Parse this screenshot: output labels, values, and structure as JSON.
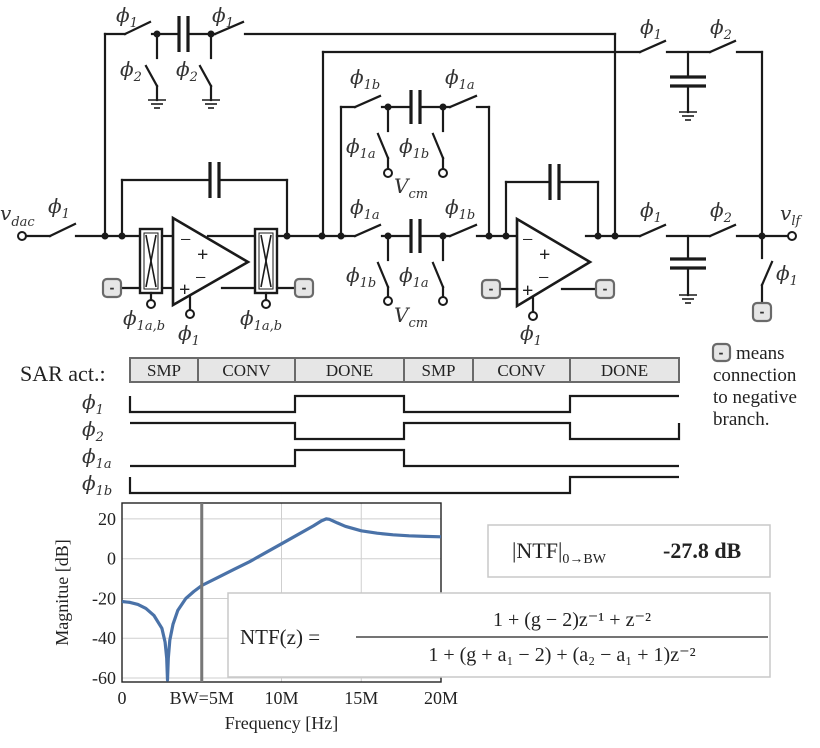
{
  "circuit": {
    "input_label": "v",
    "input_sub": "dac",
    "output_label": "v",
    "output_sub": "lf",
    "phi": "ϕ",
    "sub_1": "1",
    "sub_2": "2",
    "sub_1a": "1a",
    "sub_1b": "1b",
    "sub_1ab": "1a,b",
    "vcm": "V",
    "vcm_sub": "cm",
    "neg_symbol": "-",
    "plus": "+",
    "minus": "−"
  },
  "legend": {
    "neg_note_lines": [
      "means",
      "connection",
      "to negative",
      "branch."
    ]
  },
  "timing": {
    "row_label": "SAR act.:",
    "states": [
      "SMP",
      "CONV",
      "DONE",
      "SMP",
      "CONV",
      "DONE"
    ],
    "signals": [
      {
        "name": "ϕ",
        "sub": "1",
        "levels": [
          0,
          0,
          1,
          0,
          0,
          1
        ]
      },
      {
        "name": "ϕ",
        "sub": "2",
        "levels": [
          1,
          1,
          0,
          1,
          1,
          0
        ]
      },
      {
        "name": "ϕ",
        "sub": "1a",
        "levels": [
          0,
          0,
          1,
          0,
          0,
          0
        ]
      },
      {
        "name": "ϕ",
        "sub": "1b",
        "levels": [
          0,
          0,
          0,
          0,
          0,
          1
        ]
      }
    ]
  },
  "chart_data": {
    "type": "line",
    "title": "",
    "xlabel": "Frequency [Hz]",
    "ylabel": "Magnitue [dB]",
    "xlim": [
      0,
      20000000
    ],
    "ylim": [
      -62,
      28
    ],
    "x_ticks": [
      0,
      5000000,
      10000000,
      15000000,
      20000000
    ],
    "x_tick_labels": [
      "0",
      "BW=5M",
      "10M",
      "15M",
      "20M"
    ],
    "y_ticks": [
      20,
      0,
      -20,
      -40,
      -60
    ],
    "y_tick_labels": [
      "20",
      "0",
      "-20",
      "-40",
      "-60"
    ],
    "grid": true,
    "bw_marker_x": 5000000,
    "series": [
      {
        "name": "|NTF|",
        "color": "#4a72a8",
        "x": [
          0,
          500000,
          1000000,
          1500000,
          2000000,
          2500000,
          2700000,
          2800000,
          2850000,
          2900000,
          3000000,
          3200000,
          3500000,
          4000000,
          4500000,
          5000000,
          6000000,
          7000000,
          8000000,
          9000000,
          10000000,
          11000000,
          12000000,
          12500000,
          12800000,
          13000000,
          13500000,
          14000000,
          15000000,
          16000000,
          17000000,
          18000000,
          19000000,
          20000000
        ],
        "y": [
          -21.5,
          -22,
          -23,
          -25,
          -28.5,
          -35,
          -42,
          -50,
          -61,
          -50,
          -41,
          -33,
          -26,
          -20,
          -16.5,
          -13.5,
          -9.5,
          -5.5,
          -1.5,
          3,
          7.5,
          12,
          16.5,
          19,
          20,
          19.8,
          18,
          16.3,
          14,
          12.8,
          12,
          11.5,
          11.2,
          11
        ]
      }
    ]
  },
  "annotations": {
    "ntf_inband_label": "|NTF|",
    "ntf_inband_sub": "0→BW",
    "ntf_inband_value": "-27.8 dB",
    "ntf_lhs": "NTF(z) =",
    "ntf_numerator": "1 + (g − 2)z⁻¹ + z⁻²",
    "ntf_denominator": "1 + (g + a₁ − 2) + (a₂ − a₁ + 1)z⁻²"
  }
}
